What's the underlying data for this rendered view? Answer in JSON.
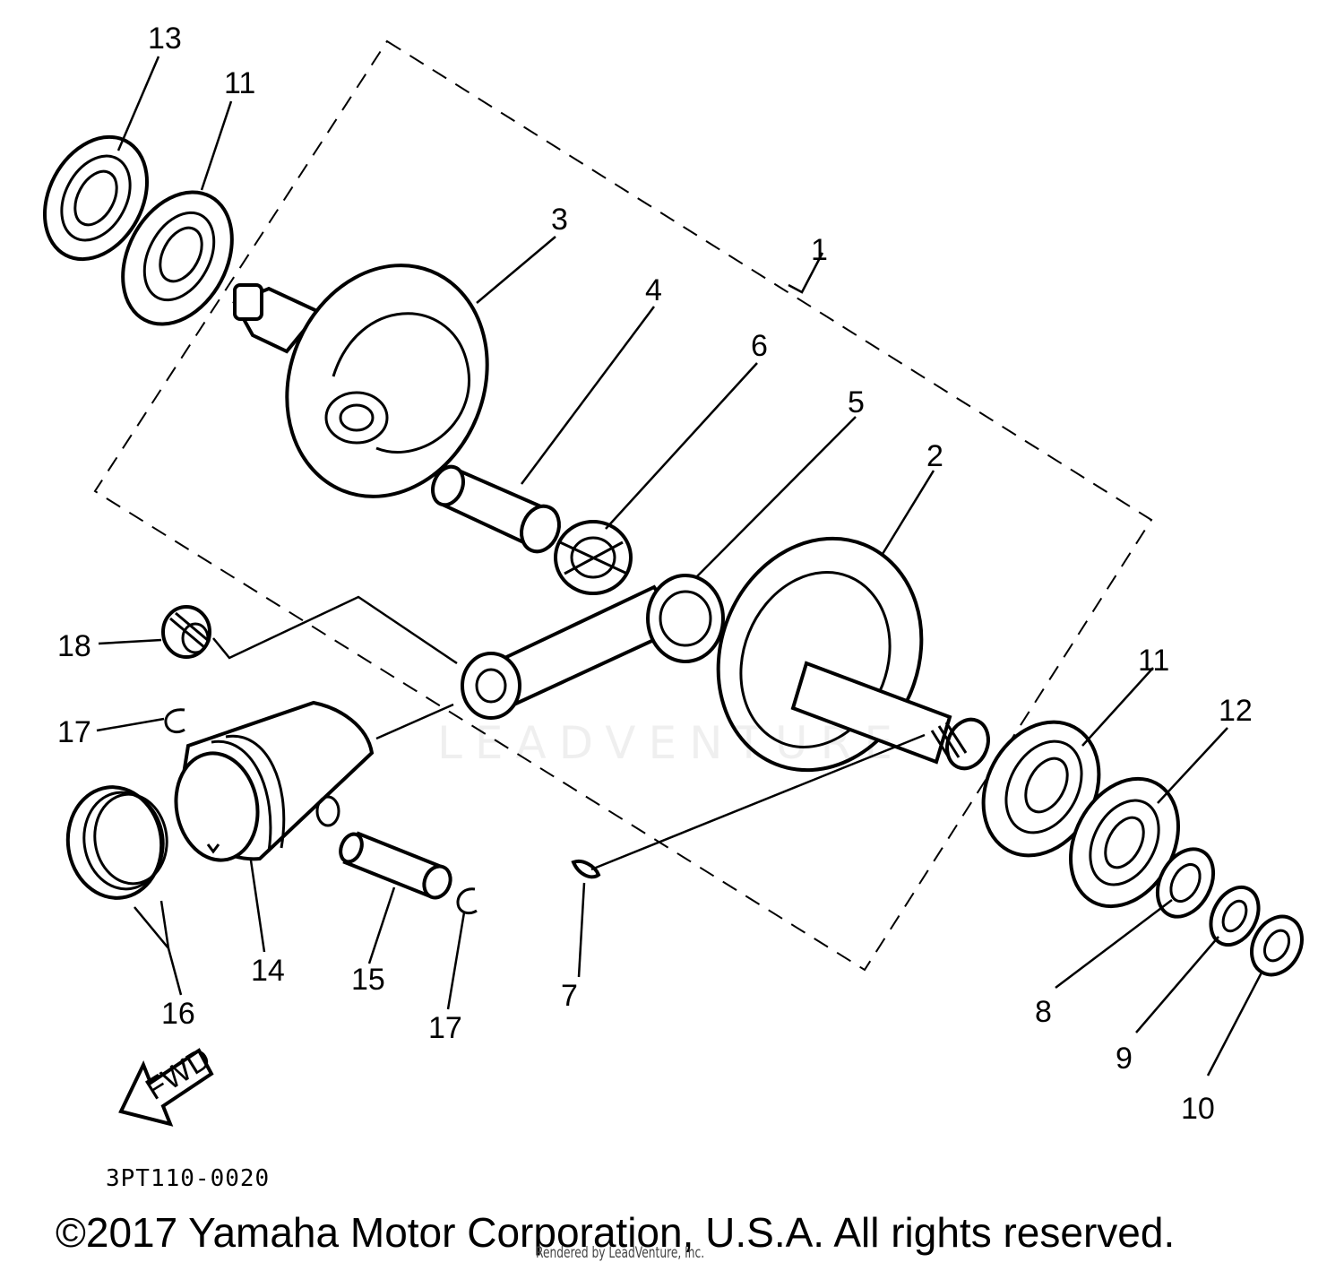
{
  "diagram": {
    "callouts": {
      "c1": "1",
      "c2": "2",
      "c3": "3",
      "c4": "4",
      "c5": "5",
      "c6": "6",
      "c7": "7",
      "c8": "8",
      "c9": "9",
      "c10": "10",
      "c11a": "11",
      "c11b": "11",
      "c12": "12",
      "c13": "13",
      "c14": "14",
      "c15": "15",
      "c16": "16",
      "c17a": "17",
      "c17b": "17",
      "c18": "18"
    },
    "fwd_label": "FWD",
    "reference_code": "3PT110-0020"
  },
  "footer": {
    "copyright": "©2017 Yamaha Motor Corporation, U.S.A. All rights reserved.",
    "rendered_by": "Rendered by LeadVenture, Inc."
  },
  "watermark": "LEADVENTURE"
}
